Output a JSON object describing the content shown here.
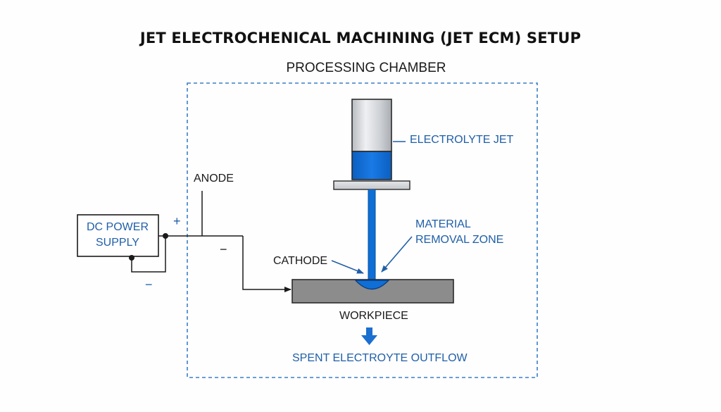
{
  "title": "JET ELECTROCHENICAL MACHINING (JET ECM) SETUP",
  "chamber_label": "PROCESSING CHAMBER",
  "labels": {
    "electrolyte_jet": "ELECTROLYTE JET",
    "anode": "ANODE",
    "dc_power_line1": "DC POWER",
    "dc_power_line2": "SUPPLY",
    "material_removal_line1": "MATERIAL",
    "material_removal_line2": "REMOVAL ZONE",
    "cathode": "CATHODE",
    "workpiece": "WORKPIECE",
    "outflow": "SPENT ELECTROYTE OUTFLOW",
    "plus_sign": "+",
    "minus_sign_inner": "−",
    "minus_sign_outer": "−"
  },
  "colors": {
    "accent_blue": "#0f6fd6",
    "label_blue": "#1f5fa8",
    "chamber_border": "#3a7fc4",
    "workpiece_gray": "#8c8c8c",
    "line_dark": "#1a1a1a"
  }
}
